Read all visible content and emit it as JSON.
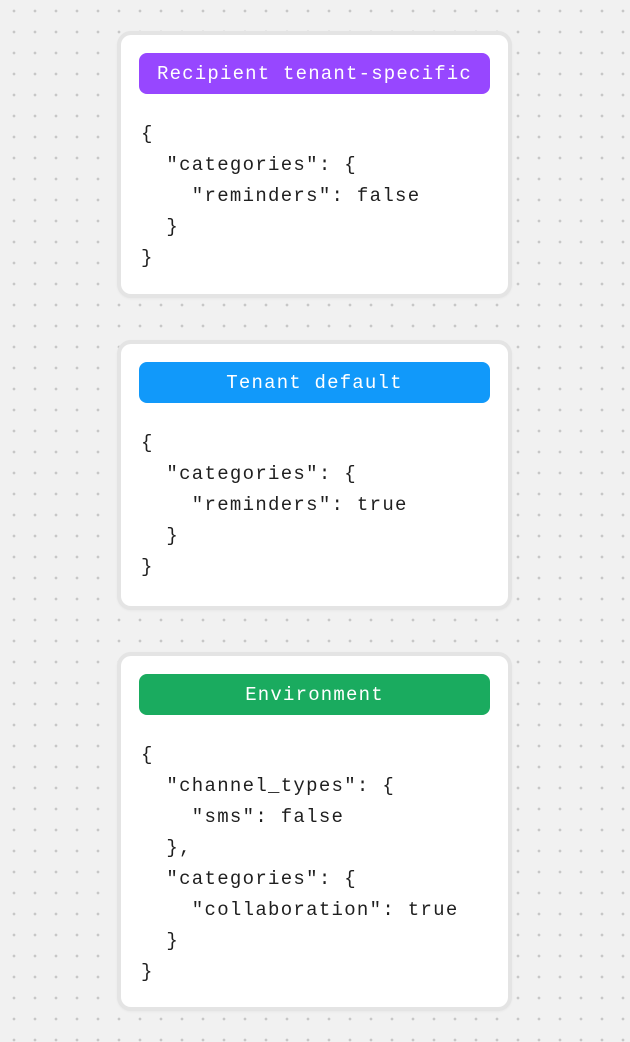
{
  "canvas": {
    "background_color": "#F1F1F1",
    "dot_color": "#C7C7C7"
  },
  "cards": [
    {
      "label": "Recipient tenant-specific",
      "badge_color": "#9747FF",
      "code": "{\n  \"categories\": {\n    \"reminders\": false\n  }\n}"
    },
    {
      "label": "Tenant default",
      "badge_color": "#1199FA",
      "code": "{\n  \"categories\": {\n    \"reminders\": true\n  }\n}"
    },
    {
      "label": "Environment",
      "badge_color": "#1AAB5F",
      "code": "{\n  \"channel_types\": {\n    \"sms\": false\n  },\n  \"categories\": {\n    \"collaboration\": true\n  }\n}"
    }
  ]
}
